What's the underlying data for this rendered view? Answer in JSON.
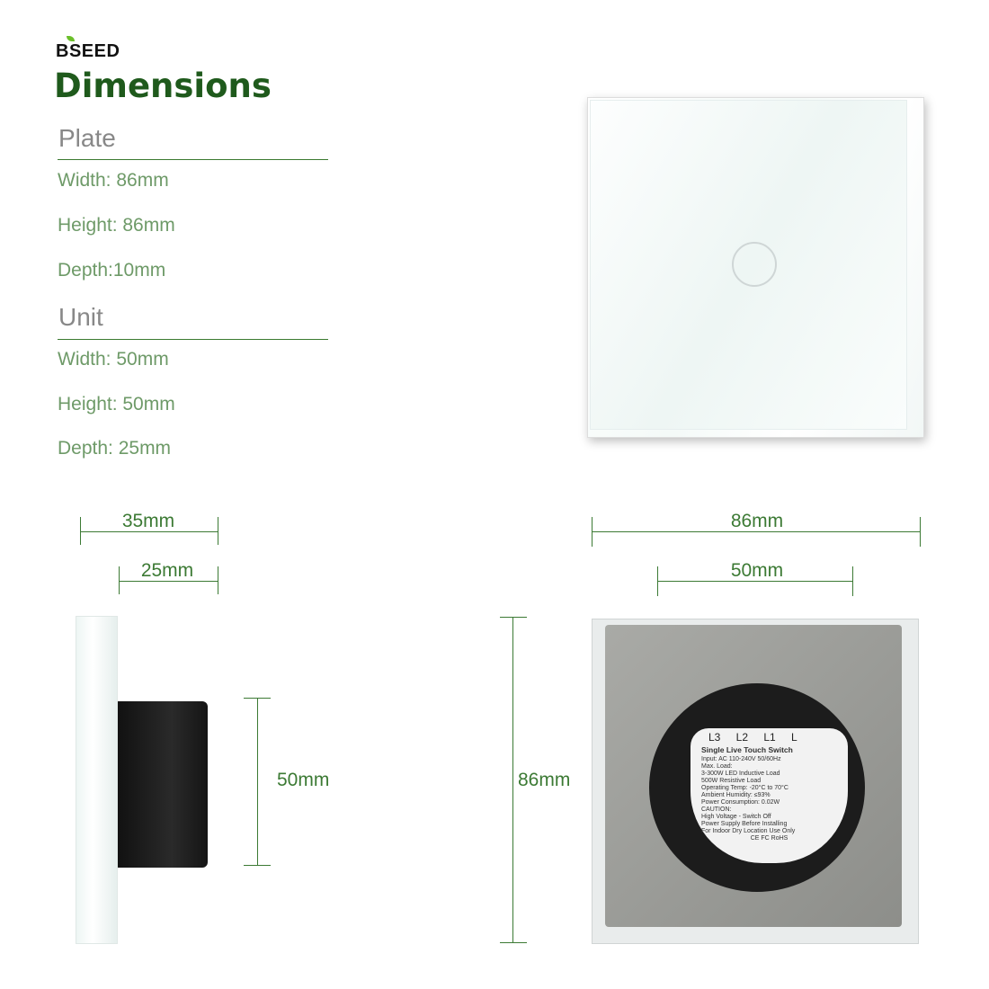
{
  "brand": "BSEED",
  "title": "Dimensions",
  "plate": {
    "heading": "Plate",
    "items": [
      "Width: 86mm",
      "Height: 86mm",
      "Depth:10mm"
    ]
  },
  "unit": {
    "heading": "Unit",
    "items": [
      "Width: 50mm",
      "Height: 50mm",
      "Depth: 25mm"
    ]
  },
  "dimensions": {
    "side_depth_total": "35mm",
    "side_depth_unit": "25mm",
    "side_height_unit": "50mm",
    "plate_width": "86mm",
    "unit_width": "50mm",
    "plate_height": "86mm"
  },
  "device_label": {
    "terminals": "L3 L2 L1 L",
    "title": "Single Live Touch Switch",
    "lines": [
      "Input: AC 110-240V 50/60Hz",
      "Max. Load:",
      "3-300W LED Inductive Load",
      "500W Resistive Load",
      "Operating Temp: -20°C to 70°C",
      "Ambient Humidity: ≤93%",
      "Power Consumption: 0.02W",
      "CAUTION:",
      "High Voltage - Switch Off",
      "Power Supply Before Installing",
      "For Indoor Dry Location Use Only",
      "CE FC RoHS"
    ]
  },
  "colors": {
    "title": "#1f5a1c",
    "accent": "#3c7a34",
    "items": "#6e9a68"
  }
}
